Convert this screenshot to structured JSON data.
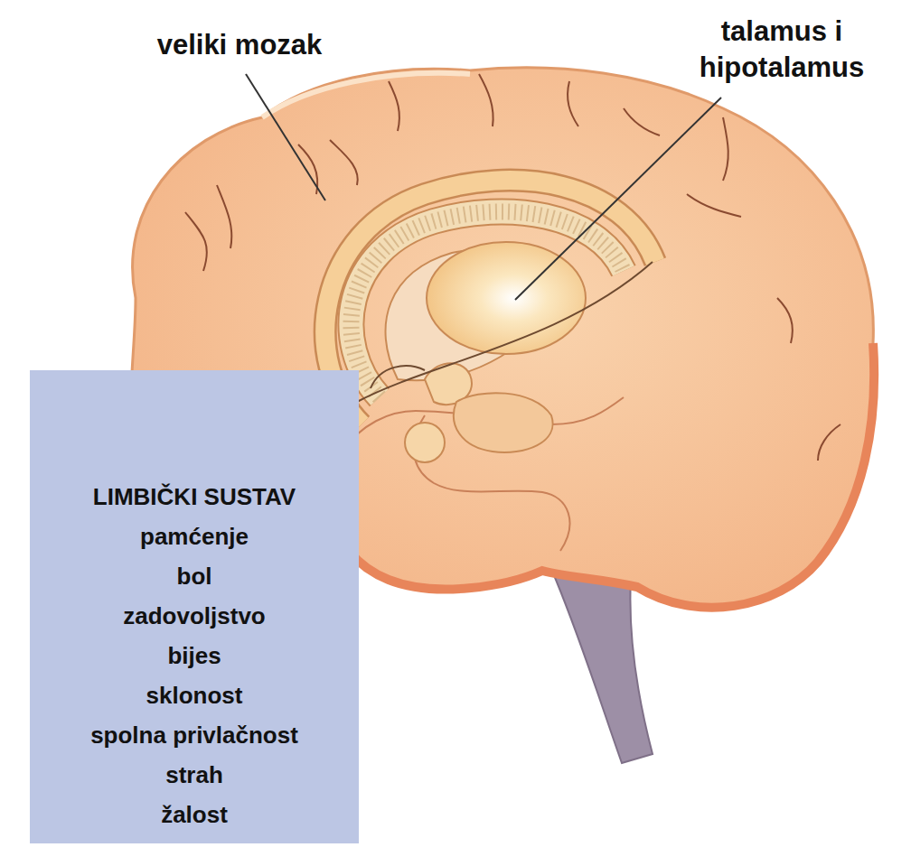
{
  "diagram": {
    "nodes": [
      {
        "text": [
          "LIMBIČKI SUSTAV",
          "pamćenje",
          "bol",
          "zadovoljstvo",
          "bijes",
          "sklonost",
          "spolna privlačnost",
          "strah",
          "žalost"
        ]
      }
    ],
    "labels": [
      "veliki mozak",
      "talamus i hipotalamus"
    ]
  }
}
